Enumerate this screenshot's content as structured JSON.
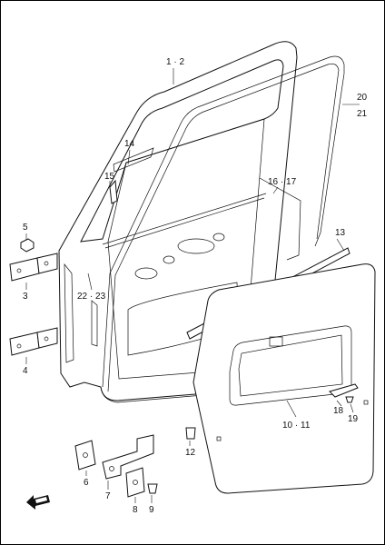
{
  "labels": {
    "door_shell": "1 · 2",
    "weatherstrip": "20",
    "weatherstrip_alt": "21",
    "glass_run": "14",
    "clip_15": "15",
    "trim_panel": "16 · 17",
    "molding": "13",
    "bolt_5": "5",
    "upper_hinge": "3",
    "lower_hinge": "4",
    "seal_22_23": "22 · 23",
    "door_panel": "10 · 11",
    "clip_12": "12",
    "pull_handle": "18",
    "screw_19": "19",
    "bracket_6": "6",
    "bracket_7": "7",
    "bracket_8": "8",
    "screw_9": "9"
  },
  "icons": {
    "front_arrow": "front-direction-arrow-icon"
  }
}
